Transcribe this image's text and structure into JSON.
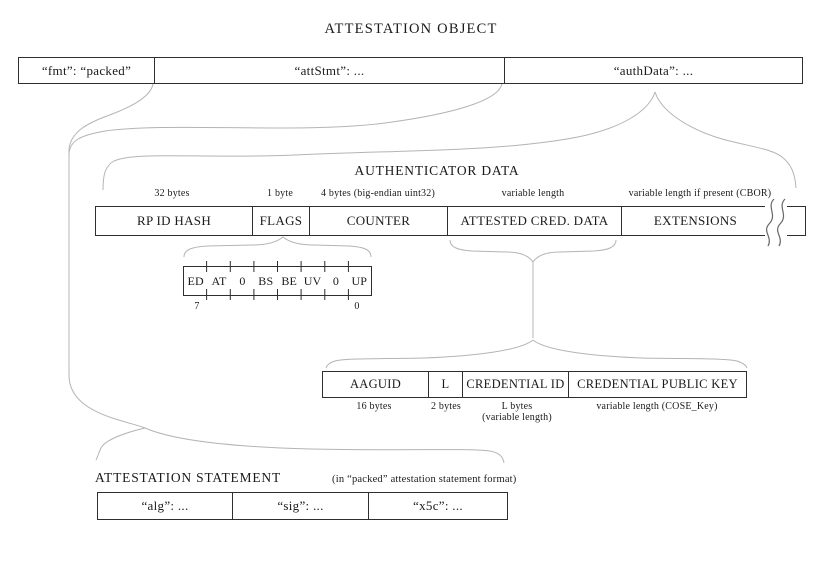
{
  "title": "ATTESTATION OBJECT",
  "attestation_object": {
    "fields": [
      {
        "label": "“fmt”: “packed”"
      },
      {
        "label": "“attStmt”: ..."
      },
      {
        "label": "“authData”: ..."
      }
    ]
  },
  "authenticator_data": {
    "heading": "AUTHENTICATOR DATA",
    "fields": [
      {
        "label": "RP ID HASH",
        "size": "32 bytes"
      },
      {
        "label": "FLAGS",
        "size": "1 byte"
      },
      {
        "label": "COUNTER",
        "size": "4 bytes (big-endian uint32)"
      },
      {
        "label": "ATTESTED CRED. DATA",
        "size": "variable length"
      },
      {
        "label": "EXTENSIONS",
        "size": "variable length if present (CBOR)"
      }
    ]
  },
  "flags_bits": {
    "bits": [
      "ED",
      "AT",
      "0",
      "BS",
      "BE",
      "UV",
      "0",
      "UP"
    ],
    "msb_label": "7",
    "lsb_label": "0"
  },
  "attested_cred_data": {
    "fields": [
      {
        "label": "AAGUID",
        "size": "16 bytes"
      },
      {
        "label": "L",
        "size": "2 bytes"
      },
      {
        "label": "CREDENTIAL ID",
        "size": "L bytes",
        "size_note": "(variable length)"
      },
      {
        "label": "CREDENTIAL PUBLIC KEY",
        "size": "variable length (COSE_Key)"
      }
    ]
  },
  "attestation_statement": {
    "heading": "ATTESTATION STATEMENT",
    "subheading": "(in “packed” attestation statement format)",
    "fields": [
      {
        "label": "“alg”: ..."
      },
      {
        "label": "“sig”: ..."
      },
      {
        "label": "“x5c”: ..."
      }
    ]
  },
  "colors": {
    "background": "#ffffff",
    "text": "#1a1a1a",
    "box_border": "#2e2e2e",
    "brace": "#b4b4b4",
    "tear_mark": "#666666"
  }
}
